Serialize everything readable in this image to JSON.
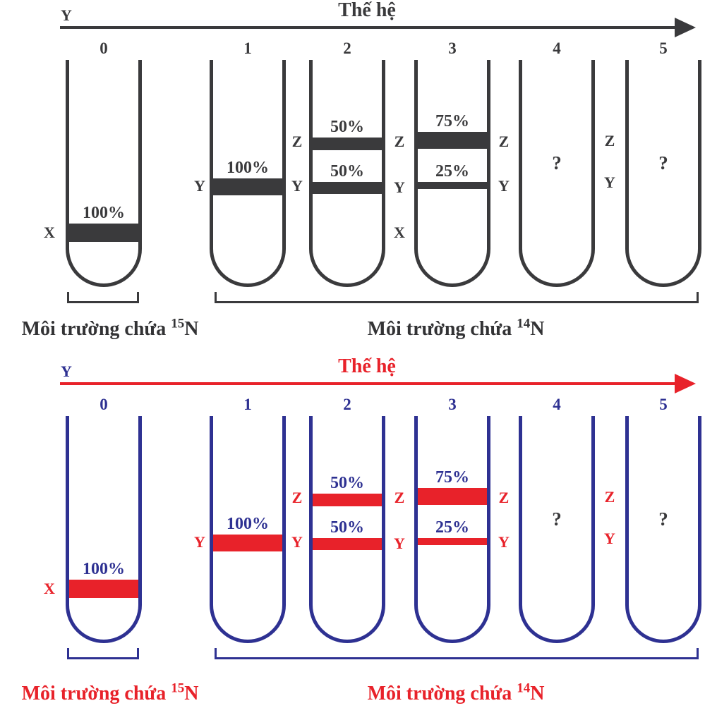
{
  "colors": {
    "dark_ink": "#3a3a3c",
    "navy_blue": "#2e3192",
    "red": "#e8222a"
  },
  "axis": {
    "origin_label": "Y",
    "title": "Thế hệ"
  },
  "generations": [
    "0",
    "1",
    "2",
    "3",
    "4",
    "5"
  ],
  "letters": {
    "x": "X",
    "y": "Y",
    "z": "Z"
  },
  "tubes": {
    "t0": {
      "x_percent": "100%"
    },
    "t1": {
      "y_percent": "100%"
    },
    "t2": {
      "z_percent": "50%",
      "y_percent": "50%"
    },
    "t3": {
      "z_percent": "75%",
      "y_percent": "25%"
    },
    "t4": {
      "unknown": "?"
    },
    "t5": {
      "unknown": "?"
    }
  },
  "environment": {
    "n15": {
      "text": "Môi trường chứa ",
      "sup": "15",
      "symbol": "N"
    },
    "n14": {
      "text": "Môi trường chứa ",
      "sup": "14",
      "symbol": "N"
    }
  }
}
